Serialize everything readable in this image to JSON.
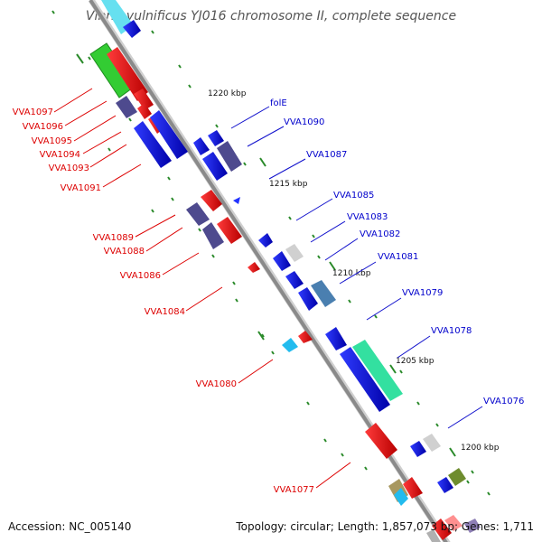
{
  "title": "Vibrio vulnificus YJ016 chromosome II, complete sequence",
  "footer": {
    "accession": "Accession: NC_005140",
    "summary": "Topology: circular; Length: 1,857,073 bp; Genes: 1,711"
  },
  "colors": {
    "backbone": "#8a8a8a",
    "forward_label": "#0000cc",
    "reverse_label": "#dd0000",
    "tick": "#228822"
  },
  "scale_labels": [
    "1220 kbp",
    "1215 kbp",
    "1210 kbp",
    "1205 kbp",
    "1200 kbp"
  ],
  "forward_labels": [
    "folE",
    "VVA1090",
    "VVA1087",
    "VVA1085",
    "VVA1083",
    "VVA1082",
    "VVA1081",
    "VVA1079",
    "VVA1078",
    "VVA1076"
  ],
  "reverse_labels": [
    "VVA1097",
    "VVA1096",
    "VVA1095",
    "VVA1094",
    "VVA1093",
    "VVA1091",
    "VVA1089",
    "VVA1088",
    "VVA1086",
    "VVA1084",
    "VVA1080",
    "VVA1077"
  ]
}
